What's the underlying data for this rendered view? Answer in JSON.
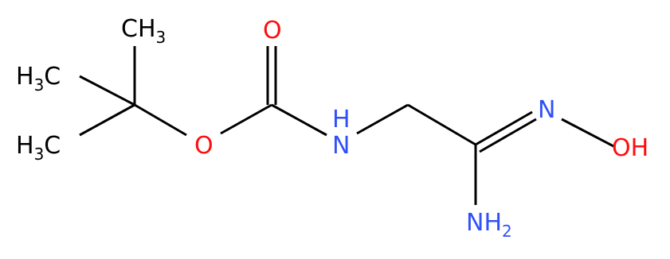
{
  "colors": {
    "carbon_bond": "#000000",
    "oxygen": "#ff0d0d",
    "nitrogen": "#3050f8",
    "background": "#ffffff"
  },
  "atoms": {
    "ch3_top": {
      "main": "CH",
      "sub": "3"
    },
    "ch3_mid": {
      "main": "H",
      "sub": "3",
      "tail": "C"
    },
    "ch3_bot": {
      "main": "H",
      "sub": "3",
      "tail": "C"
    },
    "o_carbonyl": "O",
    "o_ester": "O",
    "n_amide": "N",
    "h_amide": "H",
    "n_oxime": "N",
    "oh": "OH",
    "nh2": {
      "main": "NH",
      "sub": "2"
    }
  }
}
